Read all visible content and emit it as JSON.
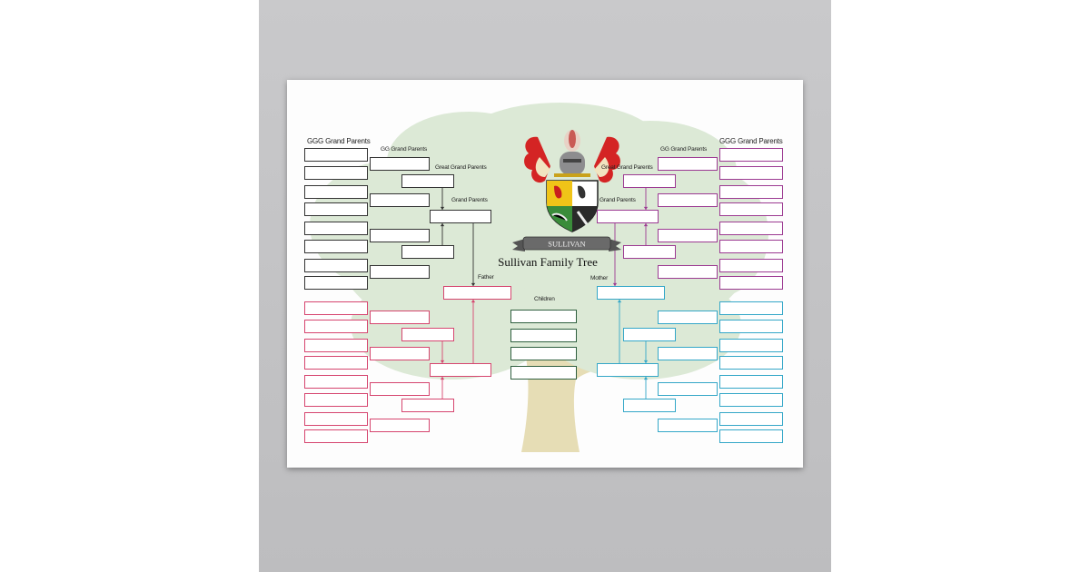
{
  "poster": {
    "title": "Sullivan Family Tree",
    "banner_text": "SULLIVAN",
    "labels": {
      "ggg_left": "GGG Grand Parents",
      "gg_left": "GG Grand Parents",
      "great_left": "Great Grand Parents",
      "grand_left": "Grand Parents",
      "ggg_right": "GGG Grand Parents",
      "gg_right": "GG Grand Parents",
      "great_right": "Great Grand Parents",
      "grand_right": "Grand Parents",
      "father": "Father",
      "mother": "Mother",
      "children": "Children"
    },
    "colors": {
      "background": "#ffffff",
      "wall": "#c4c4c6",
      "foliage": "#dce9d6",
      "trunk": "#e6ddb5",
      "top_left_lines": "#333333",
      "bottom_left_lines": "#d6456f",
      "top_right_lines": "#9c3a92",
      "bottom_right_lines": "#34a7c8"
    },
    "icons": [
      "coat-of-arms-icon",
      "name-banner"
    ]
  }
}
